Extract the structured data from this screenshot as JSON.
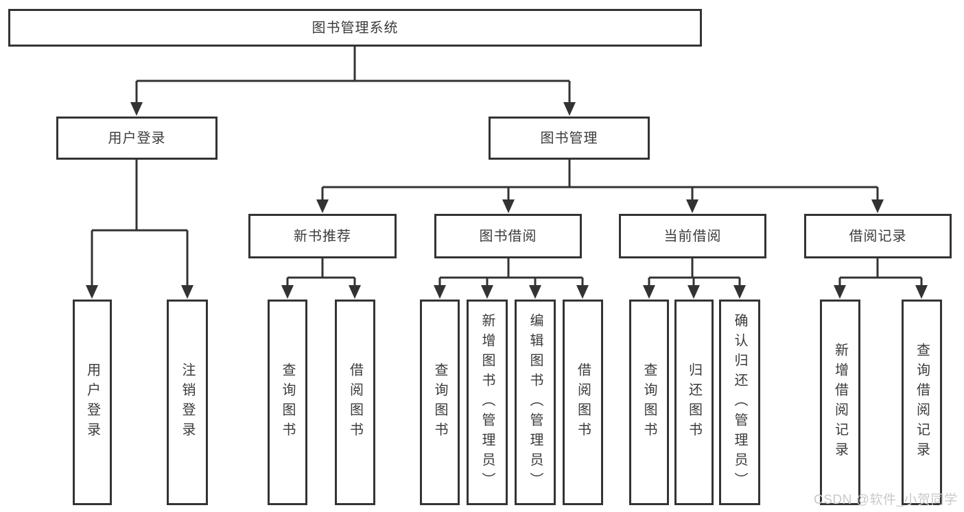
{
  "tree": {
    "root": {
      "label": "图书管理系统",
      "children": [
        {
          "label": "用户登录",
          "children": [
            {
              "label": "用户登录"
            },
            {
              "label": "注销登录"
            }
          ]
        },
        {
          "label": "图书管理",
          "children": [
            {
              "label": "新书推荐",
              "children": [
                {
                  "label": "查询图书"
                },
                {
                  "label": "借阅图书"
                }
              ]
            },
            {
              "label": "图书借阅",
              "children": [
                {
                  "label": "查询图书"
                },
                {
                  "label": "新增图书（管理员）"
                },
                {
                  "label": "编辑图书（管理员）"
                },
                {
                  "label": "借阅图书"
                }
              ]
            },
            {
              "label": "当前借阅",
              "children": [
                {
                  "label": "查询图书"
                },
                {
                  "label": "归还图书"
                },
                {
                  "label": "确认归还（管理员）"
                }
              ]
            },
            {
              "label": "借阅记录",
              "children": [
                {
                  "label": "新增借阅记录"
                },
                {
                  "label": "查询借阅记录"
                }
              ]
            }
          ]
        }
      ]
    }
  },
  "watermark": {
    "text": "CSDN @软件_小贺同学"
  },
  "colors": {
    "line": "#333333",
    "box_border": "#333333",
    "text": "#3b3b3b",
    "watermark": "#c9c9c9",
    "background": "#ffffff"
  }
}
